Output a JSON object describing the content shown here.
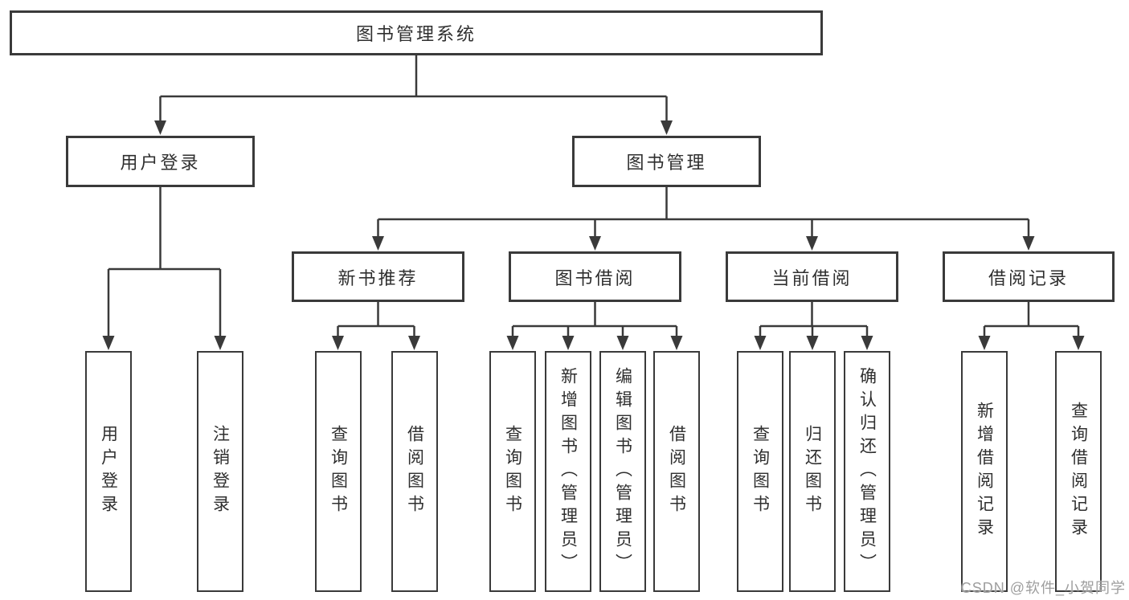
{
  "diagram": {
    "root": "图书管理系统",
    "level2": {
      "user_login": "用户登录",
      "book_management": "图书管理"
    },
    "level3": {
      "new_book_recommendation": "新书推荐",
      "book_borrowing": "图书借阅",
      "current_borrowing": "当前借阅",
      "borrowing_records": "借阅记录"
    },
    "leaves": {
      "user_login": [
        "用户登录",
        "注销登录"
      ],
      "new_book_recommendation": [
        "查询图书",
        "借阅图书"
      ],
      "book_borrowing": [
        "查询图书",
        "新增图书（管理员）",
        "编辑图书（管理员）",
        "借阅图书"
      ],
      "current_borrowing": [
        "查询图书",
        "归还图书",
        "确认归还（管理员）"
      ],
      "borrowing_records": [
        "新增借阅记录",
        "查询借阅记录"
      ]
    },
    "colors": {
      "line": "#3a3a3a",
      "box_background": "#ffffff",
      "text": "#2f2f2f",
      "watermark": "#9e9e9e"
    }
  },
  "watermark": {
    "text": "CSDN @软件_小贺同学"
  }
}
